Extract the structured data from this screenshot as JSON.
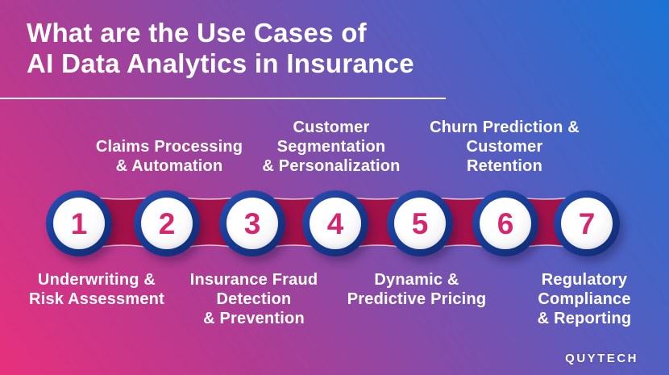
{
  "title": {
    "line1": "What are the Use Cases of",
    "line2": "AI Data Analytics in Insurance"
  },
  "brand": {
    "logo_text": "QUYTECH"
  },
  "colors": {
    "bg_gradient_start": "#e8307c",
    "bg_gradient_mid": "#8b4aa6",
    "bg_gradient_end": "#1a73d4",
    "ribbon_fill": "#a31149",
    "ribbon_edge": "#ffffff",
    "circle_ring": "#173a92",
    "circle_face": "#ffffff",
    "number_color": "#d7266f",
    "text_color": "#ffffff"
  },
  "steps": [
    {
      "number": "1",
      "label_position": "below",
      "lines": [
        "Underwriting &",
        "Risk Assessment",
        ""
      ]
    },
    {
      "number": "2",
      "label_position": "above",
      "lines": [
        "Claims Processing",
        "& Automation",
        ""
      ]
    },
    {
      "number": "3",
      "label_position": "below",
      "lines": [
        "Insurance Fraud",
        "Detection",
        "& Prevention"
      ]
    },
    {
      "number": "4",
      "label_position": "above",
      "lines": [
        "Customer",
        "Segmentation",
        "& Personalization"
      ]
    },
    {
      "number": "5",
      "label_position": "below",
      "lines": [
        "Dynamic &",
        "Predictive Pricing",
        ""
      ]
    },
    {
      "number": "6",
      "label_position": "above",
      "lines": [
        "Churn Prediction &",
        "Customer",
        "Retention"
      ]
    },
    {
      "number": "7",
      "label_position": "below",
      "lines": [
        "Regulatory",
        "Compliance",
        "& Reporting"
      ]
    }
  ]
}
